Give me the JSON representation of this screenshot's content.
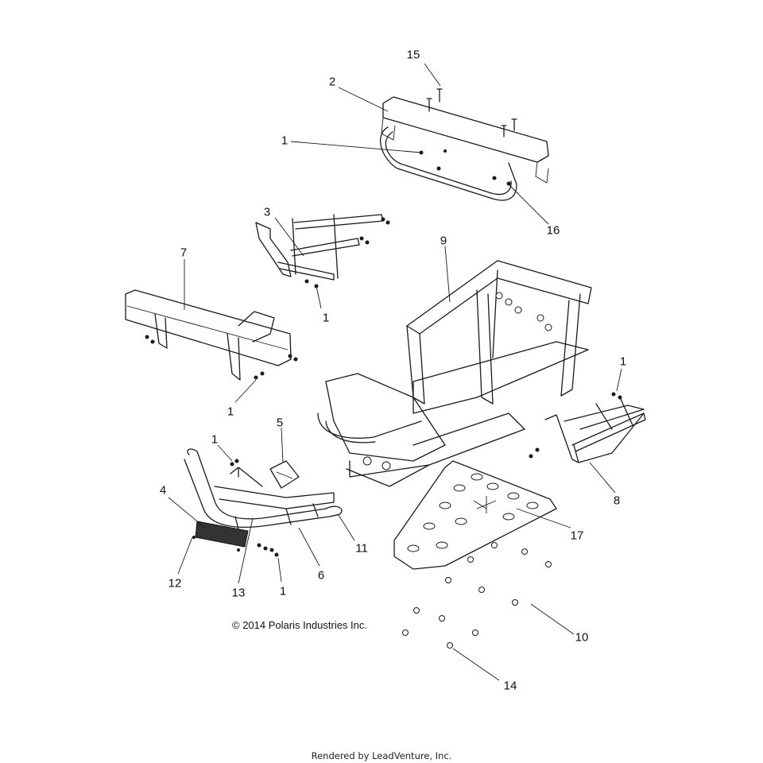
{
  "callouts": [
    {
      "id": "c15",
      "text": "15"
    },
    {
      "id": "c2",
      "text": "2"
    },
    {
      "id": "c1a",
      "text": "1"
    },
    {
      "id": "c16",
      "text": "16"
    },
    {
      "id": "c3",
      "text": "3"
    },
    {
      "id": "c9",
      "text": "9"
    },
    {
      "id": "c7",
      "text": "7"
    },
    {
      "id": "c1b",
      "text": "1"
    },
    {
      "id": "c1c",
      "text": "1"
    },
    {
      "id": "c1d",
      "text": "1"
    },
    {
      "id": "c5",
      "text": "5"
    },
    {
      "id": "c1e",
      "text": "1"
    },
    {
      "id": "c4",
      "text": "4"
    },
    {
      "id": "c8",
      "text": "8"
    },
    {
      "id": "c11",
      "text": "11"
    },
    {
      "id": "c17",
      "text": "17"
    },
    {
      "id": "c6",
      "text": "6"
    },
    {
      "id": "c12",
      "text": "12"
    },
    {
      "id": "c13",
      "text": "13"
    },
    {
      "id": "c1f",
      "text": "1"
    },
    {
      "id": "c10",
      "text": "10"
    },
    {
      "id": "c14",
      "text": "14"
    }
  ],
  "copyright": "© 2014 Polaris Industries Inc.",
  "footer": "Rendered by LeadVenture, Inc."
}
